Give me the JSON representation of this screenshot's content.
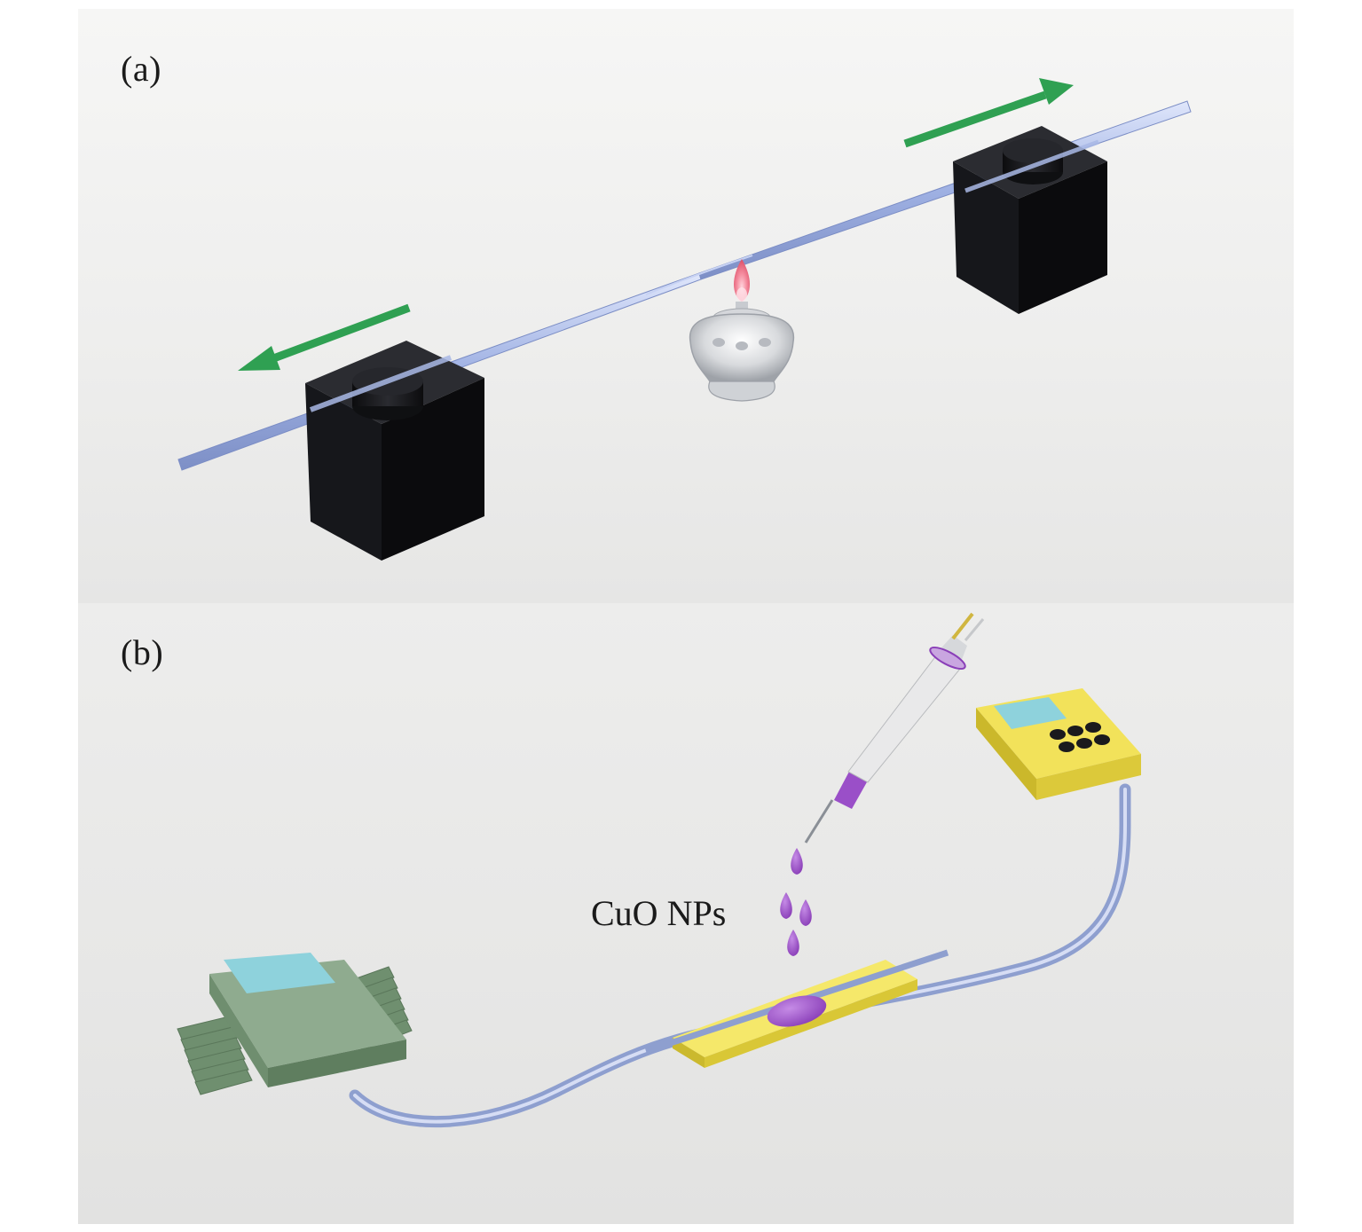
{
  "panel_a": {
    "label": "(a)"
  },
  "panel_b": {
    "label": "(b)",
    "nanoparticle_label": "CuO NPs"
  },
  "colors": {
    "clamp": "#16171b",
    "fiber": "#a9b9e6",
    "arrow": "#2fa052",
    "flame": "#f07f90",
    "droplet": "#9a4fc8",
    "stage": "#f0e04a",
    "light_source": "#8aa78a",
    "screen": "#8cd3dc"
  },
  "icons": [
    "fiber-clamp-icon",
    "alcohol-lamp-icon",
    "flame-icon",
    "pull-arrow-icon",
    "pipette-icon",
    "droplet-icon",
    "light-source-icon",
    "detector-icon"
  ]
}
